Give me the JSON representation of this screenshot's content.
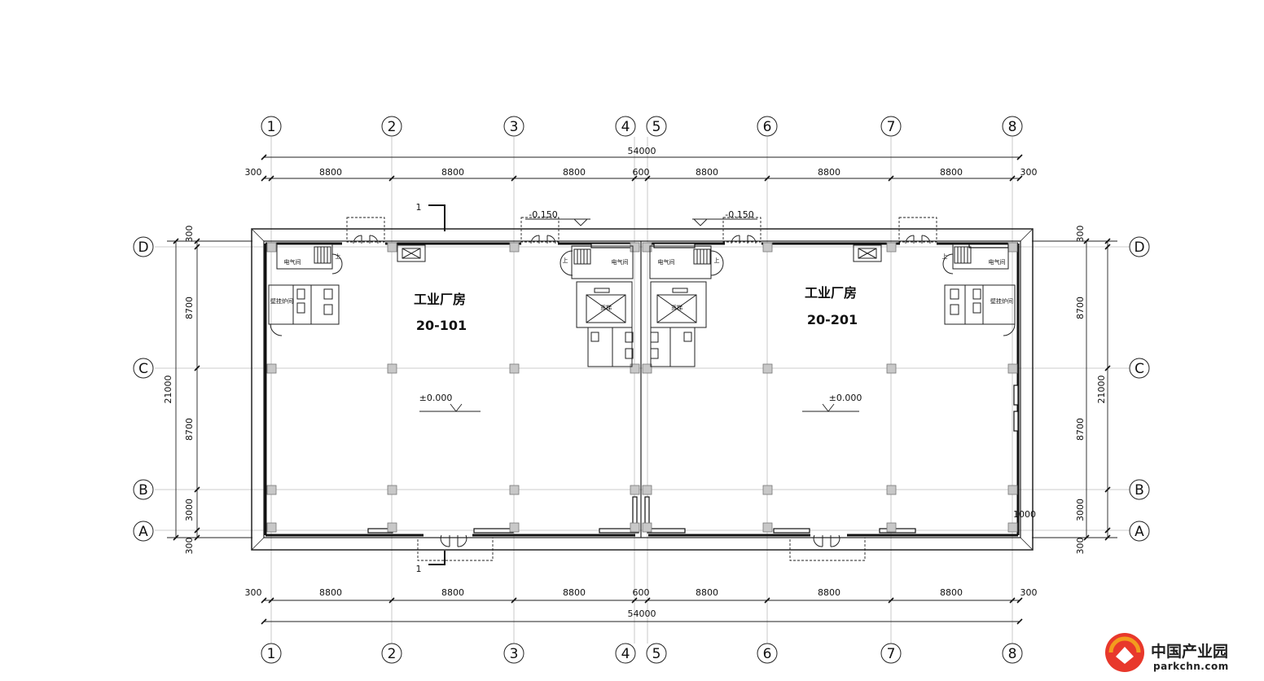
{
  "axes": {
    "columns": [
      "1",
      "2",
      "3",
      "4",
      "5",
      "6",
      "7",
      "8"
    ],
    "rows": [
      "D",
      "C",
      "B",
      "A"
    ]
  },
  "dimensions": {
    "overall": "54000",
    "edge": "300",
    "bay": "8800",
    "joint": "600",
    "row_total": "21000",
    "row_bay": "8700",
    "row_end": "3000",
    "local": "1000"
  },
  "rooms": {
    "left": {
      "name": "工业厂房",
      "number": "20-101"
    },
    "right": {
      "name": "工业厂房",
      "number": "20-201"
    }
  },
  "levels": {
    "floor": "±0.000",
    "outside": "-0.150"
  },
  "labels": {
    "electrical": "电气间",
    "boiler": "壁挂炉间",
    "elevator": "货梯",
    "stair_up": "上",
    "section": "1"
  },
  "logo": {
    "name": "中国产业园",
    "url": "parkchn.com",
    "colors": {
      "red": "#e8382b",
      "orange": "#f39c1e"
    }
  }
}
